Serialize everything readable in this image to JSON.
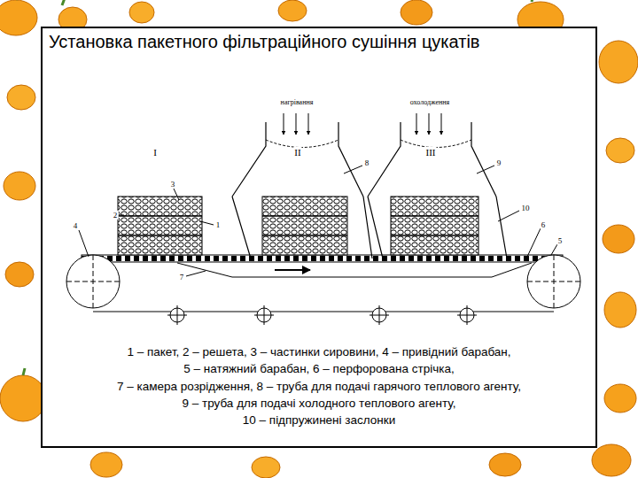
{
  "diagram": {
    "title": "Установка пакетного фільтраційного сушіння цукатів",
    "labels": [
      "нагрівання",
      "охолодження",
      "I",
      "II",
      "III",
      "1",
      "2",
      "3",
      "4",
      "5",
      "6",
      "7",
      "8",
      "9",
      "10",
      "1 – пакет, 2 – решета, 3 – частинки сировини, 4 – привідний барабан,",
      "5 – натяжний барабан, 6 – перфорована стрічка,",
      "7 – камера розрідження, 8 – труба для подачі гарячого теплового агенту,",
      "9 – труба для подачі холодного теплового агенту,",
      "10 – підпружинені заслонки"
    ]
  }
}
